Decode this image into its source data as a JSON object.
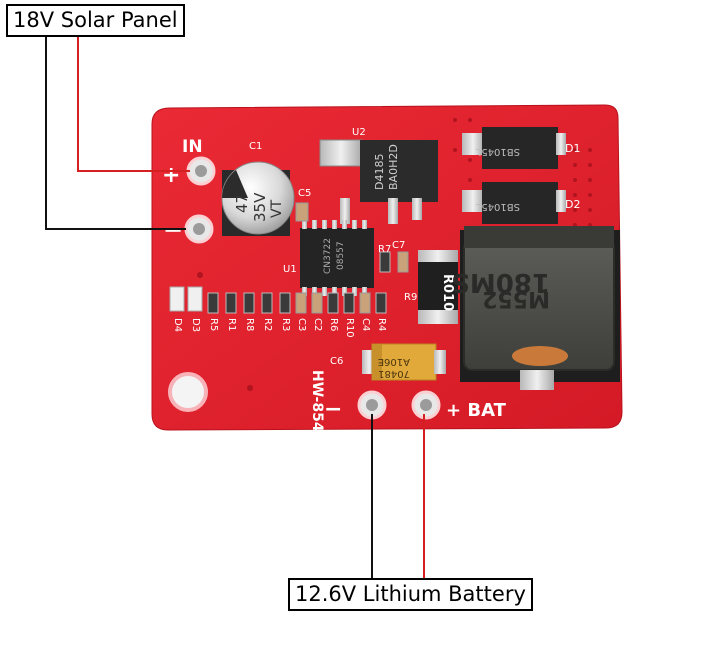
{
  "labels": {
    "solar_panel": "18V Solar Panel",
    "battery": "12.6V Lithium Battery"
  },
  "board": {
    "silkscreen": {
      "input": "IN",
      "plus": "+",
      "minus": "−",
      "battery_minus": "−",
      "battery_plus": "+ BAT",
      "model": "HW-854",
      "refs": [
        "D4",
        "D3",
        "R5",
        "R1",
        "R8",
        "R2",
        "R3",
        "C3",
        "C2",
        "R6",
        "R10",
        "C4",
        "R4"
      ],
      "c1": "C1",
      "c5": "C5",
      "c6": "C6",
      "c7": "C7",
      "r7": "R7",
      "r9": "R9",
      "u1": "U1",
      "u2": "U2",
      "d1": "D1",
      "d2": "D2"
    },
    "component_markings": {
      "capacitor": [
        "47",
        "35V",
        "VT"
      ],
      "u2_chip": [
        "D4185",
        "BA0H2D"
      ],
      "diode_1": "SB1045L",
      "diode_2": "SB1045L",
      "u1_chip": [
        "CN3722",
        "08557"
      ],
      "resistor_r9": "R010",
      "inductor": [
        "180MS",
        "M552"
      ],
      "tantalum": [
        "A106E",
        "70481"
      ]
    },
    "colors": {
      "pcb": "#e3222e",
      "wire_red": "#d42020",
      "wire_black": "#111111"
    }
  }
}
